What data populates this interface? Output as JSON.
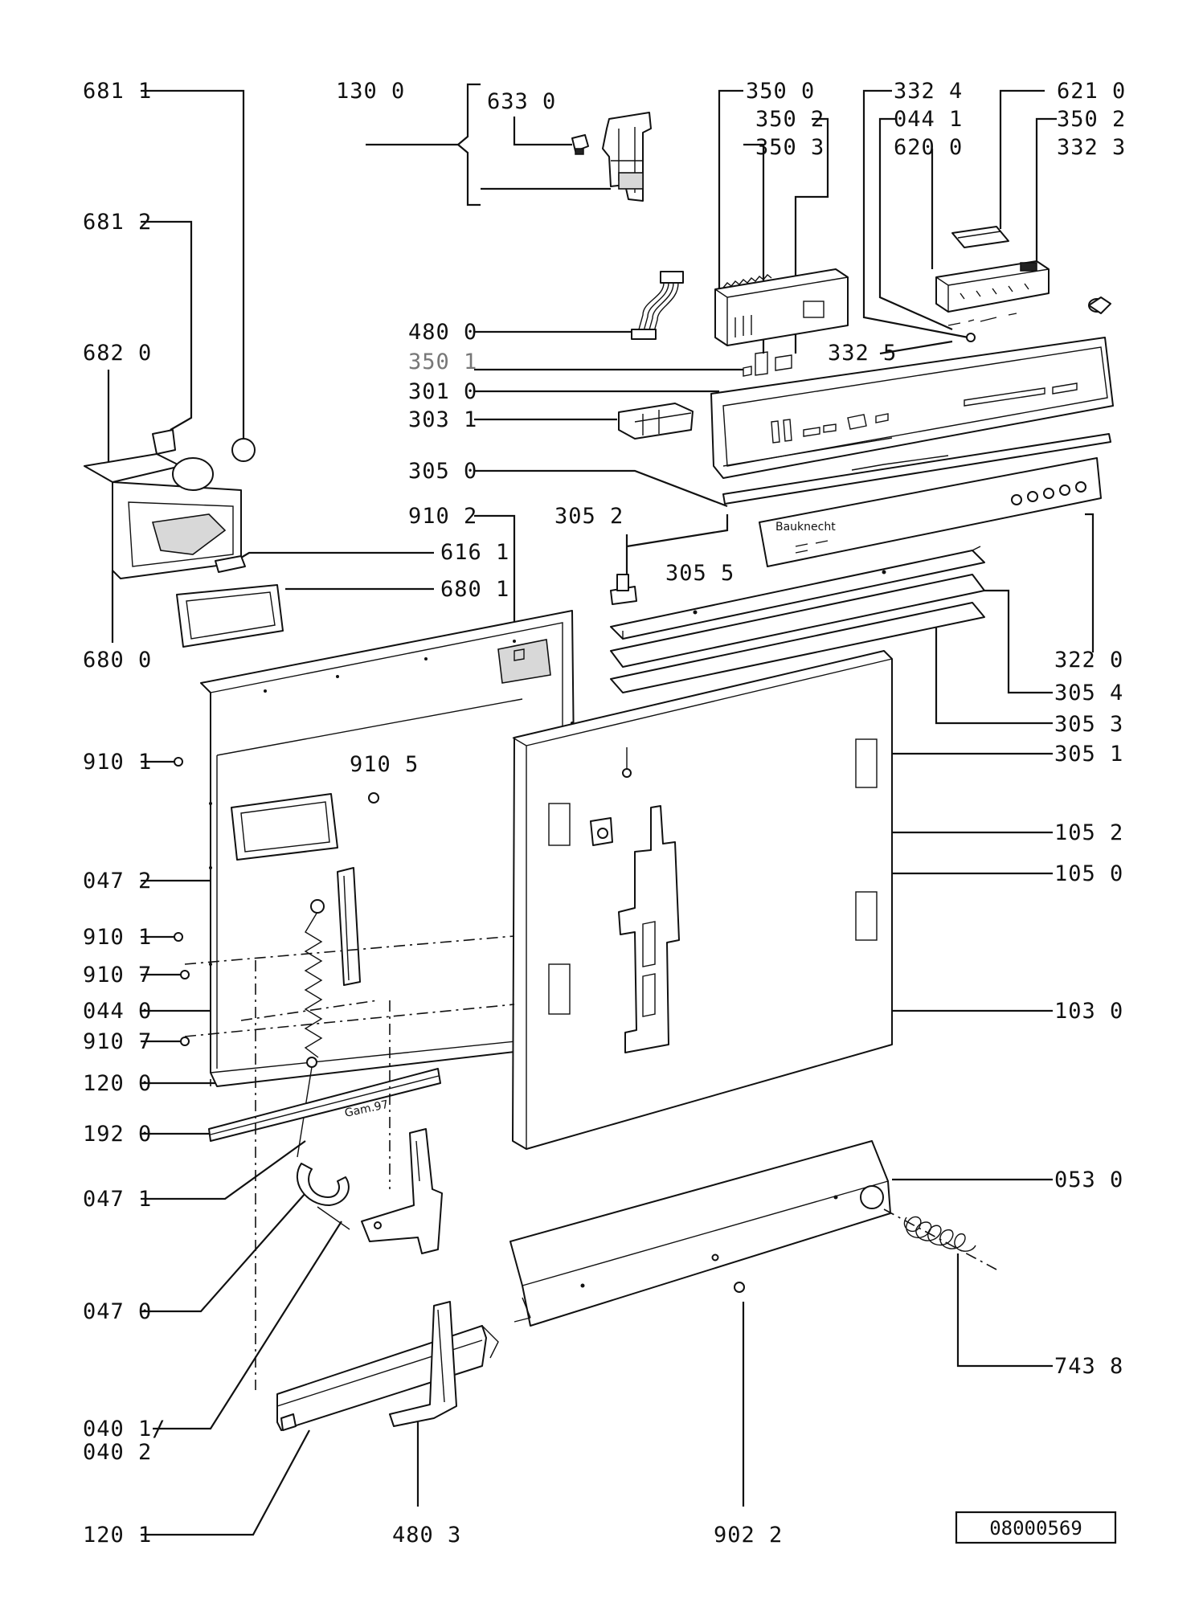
{
  "drawing": {
    "reference_number": "08000569",
    "stamp_text": "Gam.97",
    "panel_brand": "Bauknecht"
  },
  "labels": [
    {
      "id": "681-1-left",
      "text": "681 1"
    },
    {
      "id": "130-0",
      "text": "130 0"
    },
    {
      "id": "633-0",
      "text": "633 0"
    },
    {
      "id": "350-0",
      "text": "350 0"
    },
    {
      "id": "350-2-a",
      "text": "350 2"
    },
    {
      "id": "350-3",
      "text": "350 3"
    },
    {
      "id": "332-4",
      "text": "332 4"
    },
    {
      "id": "044-1",
      "text": "044 1"
    },
    {
      "id": "620-0",
      "text": "620 0"
    },
    {
      "id": "621-0",
      "text": "621 0"
    },
    {
      "id": "350-2-b",
      "text": "350 2"
    },
    {
      "id": "332-3",
      "text": "332 3"
    },
    {
      "id": "681-2",
      "text": "681 2"
    },
    {
      "id": "682-0",
      "text": "682 0"
    },
    {
      "id": "480-0",
      "text": "480 0"
    },
    {
      "id": "350-1",
      "text": "350 1"
    },
    {
      "id": "332-5",
      "text": "332 5"
    },
    {
      "id": "301-0",
      "text": "301 0"
    },
    {
      "id": "303-1",
      "text": "303 1"
    },
    {
      "id": "305-0",
      "text": "305 0"
    },
    {
      "id": "910-2",
      "text": "910 2"
    },
    {
      "id": "305-2",
      "text": "305 2"
    },
    {
      "id": "616-1",
      "text": "616 1"
    },
    {
      "id": "680-1",
      "text": "680 1"
    },
    {
      "id": "305-5",
      "text": "305 5"
    },
    {
      "id": "680-0",
      "text": "680 0"
    },
    {
      "id": "322-0",
      "text": "322 0"
    },
    {
      "id": "305-4",
      "text": "305 4"
    },
    {
      "id": "305-3",
      "text": "305 3"
    },
    {
      "id": "910-1-a",
      "text": "910 1"
    },
    {
      "id": "910-5",
      "text": "910 5"
    },
    {
      "id": "305-1",
      "text": "305 1"
    },
    {
      "id": "105-2",
      "text": "105 2"
    },
    {
      "id": "047-2",
      "text": "047 2"
    },
    {
      "id": "105-0",
      "text": "105 0"
    },
    {
      "id": "910-1-b",
      "text": "910 1"
    },
    {
      "id": "910-7-a",
      "text": "910 7"
    },
    {
      "id": "044-0",
      "text": "044 0"
    },
    {
      "id": "103-0",
      "text": "103 0"
    },
    {
      "id": "910-7-b",
      "text": "910 7"
    },
    {
      "id": "120-0",
      "text": "120 0"
    },
    {
      "id": "192-0",
      "text": "192 0"
    },
    {
      "id": "053-0",
      "text": "053 0"
    },
    {
      "id": "047-1",
      "text": "047 1"
    },
    {
      "id": "047-0",
      "text": "047 0"
    },
    {
      "id": "743-8",
      "text": "743 8"
    },
    {
      "id": "040-1",
      "text": "040 1/"
    },
    {
      "id": "040-2",
      "text": "040 2"
    },
    {
      "id": "120-1",
      "text": "120 1"
    },
    {
      "id": "480-3",
      "text": "480 3"
    },
    {
      "id": "902-2",
      "text": "902 2"
    }
  ]
}
